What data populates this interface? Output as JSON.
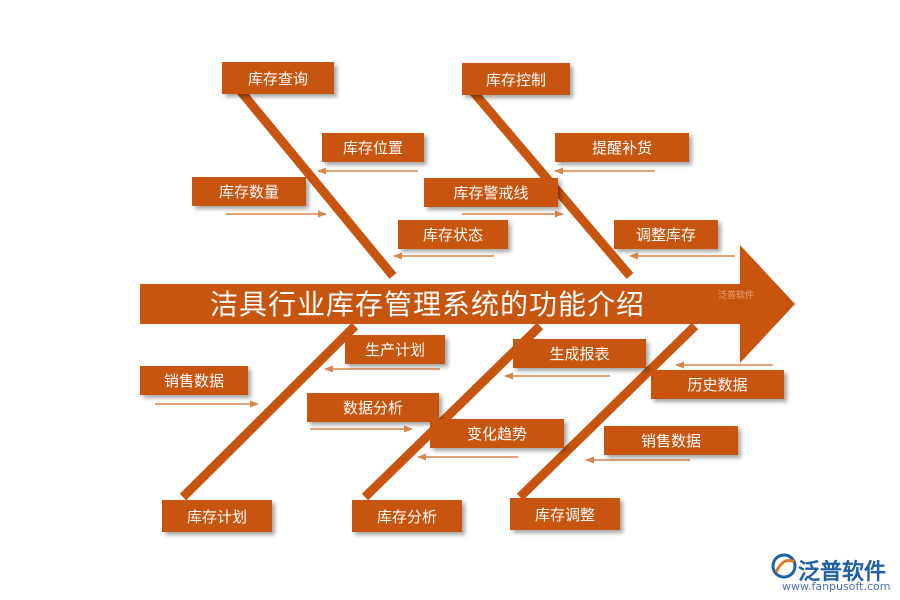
{
  "title": "洁具行业库存管理系统的功能介绍",
  "watermark_small": "泛普软件",
  "categories_top": [
    {
      "label": "库存查询",
      "causes": [
        "库存位置",
        "库存数量",
        "库存状态"
      ]
    },
    {
      "label": "库存控制",
      "causes": [
        "提醒补货",
        "库存警戒线",
        "调整库存"
      ]
    }
  ],
  "categories_bottom": [
    {
      "label": "库存计划",
      "causes": [
        "生产计划",
        "销售数据"
      ]
    },
    {
      "label": "库存分析",
      "causes": [
        "数据分析",
        "变化趋势"
      ]
    },
    {
      "label": "库存调整",
      "causes": [
        "生成报表",
        "历史数据",
        "销售数据"
      ]
    }
  ],
  "logo": {
    "name": "泛普软件",
    "url": "www.fanpusoft.com"
  },
  "colors": {
    "accent": "#c8550f",
    "line": "#d9864a",
    "logo": "#1f5fa8"
  }
}
